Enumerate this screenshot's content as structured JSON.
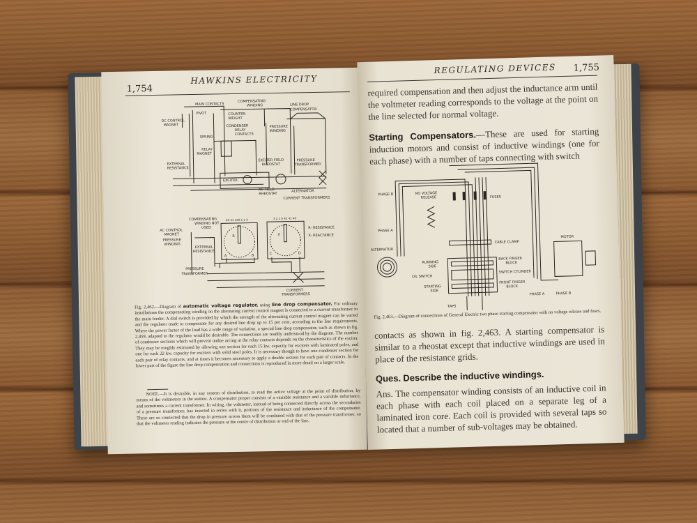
{
  "left_page": {
    "page_number": "1,754",
    "running_head": "HAWKINS ELECTRICITY",
    "diagram_top_labels": {
      "main_contacts": "MAIN CONTACTS",
      "pivot": "PIVOT",
      "compensating_winding_1": "COMPENSATING",
      "compensating_winding_2": "WINDING",
      "line_drop_1": "LINE DROP",
      "line_drop_2": "COMPENSATOR",
      "dc_control_1": "DC CONTROL",
      "dc_control_2": "MAGNET",
      "counterweight_1": "COUNTER-",
      "counterweight_2": "WEIGHT",
      "condenser": "CONDENSER",
      "relay_contacts_1": "RELAY",
      "relay_contacts_2": "CONTACTS",
      "pressure_winding_1": "PRESSURE",
      "pressure_winding_2": "WINDING",
      "spring": "SPRING",
      "relay_magnet_1": "RELAY",
      "relay_magnet_2": "MAGNET",
      "exciter_field_1": "EXCITER FIELD",
      "exciter_field_2": "RHEOSTAT",
      "pressure_transformer_1": "PRESSURE",
      "pressure_transformer_2": "TRANSFORMER",
      "external_resistance_1": "EXTERNAL",
      "external_resistance_2": "RESISTANCE",
      "exciter": "EXCITER",
      "ac_field_1": "AC FIELD",
      "ac_field_2": "RHEOSTAT",
      "alternator": "ALTERNATOR",
      "current_transformers": "CURRENT TRANSFORMERS"
    },
    "diagram_bottom_labels": {
      "comp_not_used_1": "COMPENSATING",
      "comp_not_used_2": "WINDING NOT",
      "comp_not_used_3": "USED",
      "ac_control_1": "AC CONTROL",
      "ac_control_2": "MAGNET",
      "pressure_winding_1": "PRESSURE",
      "pressure_winding_2": "WINDING",
      "external_1": "EXTERNAL",
      "external_2": "RESISTANCE",
      "r_scale": "40 41 420 1 2 3",
      "x_scale": "3 2 1 0 42 41 40",
      "r": "R",
      "x": "X",
      "a": "A",
      "b": "B",
      "c": "C",
      "d": "D",
      "r_legend": "R- RESISTANCE",
      "x_legend": "X- REACTANCE",
      "pressure_transformer_1": "PRESSURE",
      "pressure_transformer_2": "TRANSFORMER",
      "current_transformers_1": "CURRENT",
      "current_transformers_2": "TRANSFORMERS"
    },
    "caption": {
      "fig": "Fig. 2,462.—Diagram of ",
      "bold1": "automatic voltage regulator,",
      "mid": " using ",
      "bold2": "line drop compensator.",
      "rest": " For ordinary installations the compensating winding on the alternating current control magnet is connected to a current transformer in the main feeder. A dial switch is provided by which the strength of the alternating current control magnet can be varied and the regulator made to compensate for any desired line drop up to 15 per cent, according to the line requirements. Where the power factor of the load has a wide range of variation, a special line drop compensator, such as shown in fig. 2,459, adapted to the regulator would be desirable. The connections are readily understood by the diagram. The number of condenser sections which will prevent undue arcing at the relay contacts depends on the characteristics of the exciter. They may be roughly estimated by allowing one section for each 15 kw. capacity for exciters with laminated poles, and one for each 22 kw. capacity for exciters with solid steel poles. It is necessary though to have one condenser section for each pair of relay contacts, and at times it becomes necessary to apply a double section for each pair of contacts. In the lower part of the figure the line drop compensation and connections is reproduced in more detail on a larger scale."
    },
    "note": "NOTE.—It is desirable, in any system of distribution, to read the active voltage at the point of distribution, by means of the voltmeters in the station. A compensator proper consists of a variable resistance and a variable inductance, and sometimes a current transformer. In wiring, the voltmeter, instead of being connected directly across the secondaries of a pressure transformer, has inserted in series with it, portions of the resistance and inductance of the compensator. These are so connected that the drop in pressure across them will be combined with that of the pressure transformer, so that the voltmeter reading indicates the pressure at the center of distribution or end of the line."
  },
  "right_page": {
    "running_head": "REGULATING DEVICES",
    "page_number": "1,755",
    "para1": "required compensation and then adjust the inductance arm until the voltmeter reading corresponds to the voltage at the point on the line selected for normal voltage.",
    "section_heading": "Starting Compensators.",
    "section_text": "—These are used for starting induction motors and consist of inductive windings (one for each phase) with a number of taps connecting with switch",
    "diagram_labels": {
      "phase_b": "PHASE B",
      "no_voltage_1": "NO VOLTAGE",
      "no_voltage_2": "RELEASE",
      "fuses": "FUSES",
      "phase_a": "PHASE A",
      "cable_clamp": "CABLE CLAMP",
      "alternator": "ALTERNATOR",
      "motor": "MOTOR",
      "running_1": "RUNNING",
      "running_2": "SIDE",
      "back_finger_1": "BACK FINGER",
      "back_finger_2": "BLOCK",
      "oil_switch": "OIL SWITCH",
      "switch_cylinder": "SWITCH CYLINDER",
      "starting_1": "STARTING",
      "starting_2": "SIDE",
      "front_finger_1": "FRONT FINGER",
      "front_finger_2": "BLOCK",
      "motor_phase_a": "PHASE A",
      "motor_phase_b": "PHASE B",
      "taps": "TAPS"
    },
    "caption": "Fig. 2,463.—Diagram of connections of General Electric two phase starting compensator with no voltage release and fuses.",
    "para2": "contacts as shown in fig. 2,463. A starting compensator is similar to a rheostat except that inductive windings are used in place of the resistance grids.",
    "question_label": "Ques.",
    "question": "Describe the inductive windings.",
    "answer_label": "Ans.",
    "answer": "The compensator winding consists of an inductive coil in each phase with each coil placed on a separate leg of a laminated iron core. Each coil is provided with several taps so located that a number of sub-voltages may be obtained."
  }
}
